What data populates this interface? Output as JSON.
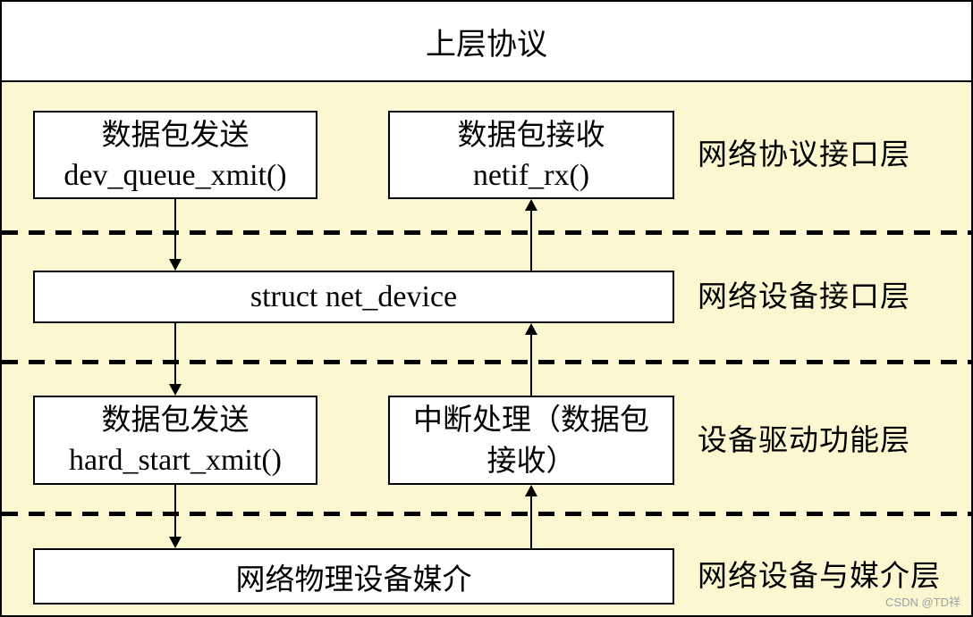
{
  "title": "上层协议",
  "watermark": "CSDN @TD祥",
  "colors": {
    "background": "#FBF8D1",
    "box_fill": "#FFFFFF",
    "line": "#000000",
    "top_band": "#FFFFFF",
    "watermark_text": "#9BA0A8"
  },
  "layers": [
    {
      "name": "网络协议接口层",
      "boxes": [
        {
          "title": "数据包发送",
          "code": "dev_queue_xmit()"
        },
        {
          "title": "数据包接收",
          "code": "netif_rx()"
        }
      ]
    },
    {
      "name": "网络设备接口层",
      "boxes": [
        {
          "code": "struct net_device"
        }
      ]
    },
    {
      "name": "设备驱动功能层",
      "boxes": [
        {
          "title": "数据包发送",
          "code": "hard_start_xmit()"
        },
        {
          "title": "中断处理（数据包接收）"
        }
      ]
    },
    {
      "name": "网络设备与媒介层",
      "boxes": [
        {
          "title": "网络物理设备媒介"
        }
      ]
    }
  ]
}
